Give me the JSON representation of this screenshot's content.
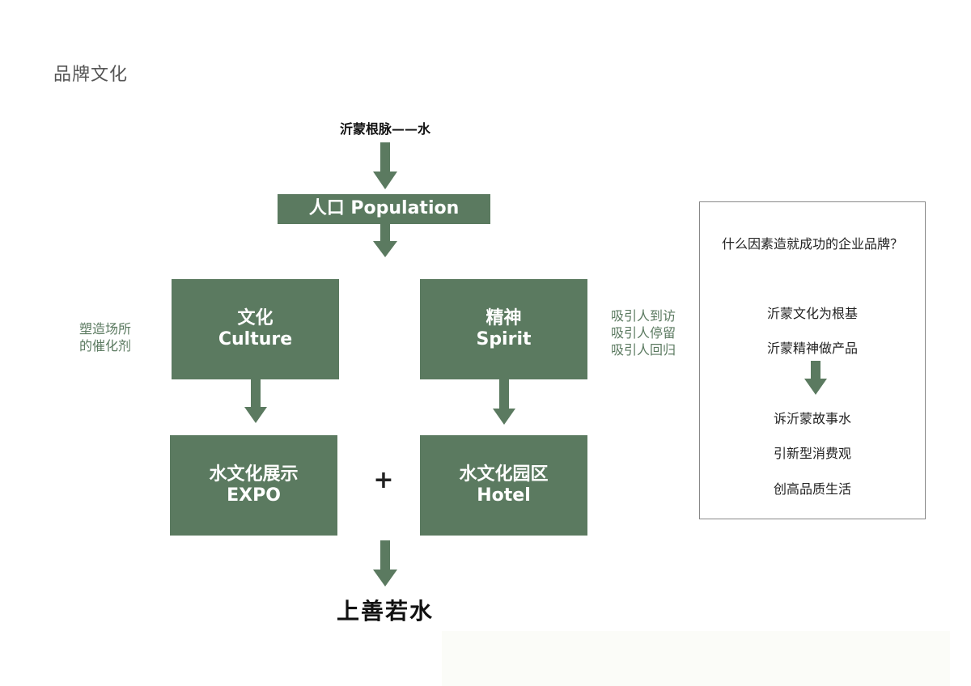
{
  "page": {
    "title": "品牌文化"
  },
  "diagram": {
    "root": "沂蒙根脉——水",
    "population": "人口 Population",
    "culture": {
      "cn": "文化",
      "en": "Culture"
    },
    "spirit": {
      "cn": "精神",
      "en": "Spirit"
    },
    "expo": {
      "cn": "水文化展示",
      "en": "EXPO"
    },
    "hotel": {
      "cn": "水文化园区",
      "en": "Hotel"
    },
    "plus": "+",
    "result": "上善若水",
    "left_note": [
      "塑造场所",
      "的催化剂"
    ],
    "right_note": [
      "吸引人到访",
      "吸引人停留",
      "吸引人回归"
    ]
  },
  "question_panel": {
    "question": "什么因素造就成功的企业品牌？",
    "points_top": [
      "沂蒙文化为根基",
      "沂蒙精神做产品"
    ],
    "points_bottom": [
      "诉沂蒙故事水",
      "引新型消费观",
      "创高品质生活"
    ]
  },
  "colors": {
    "accent": "#5b7a60",
    "text": "#111111",
    "muted": "#555555"
  }
}
